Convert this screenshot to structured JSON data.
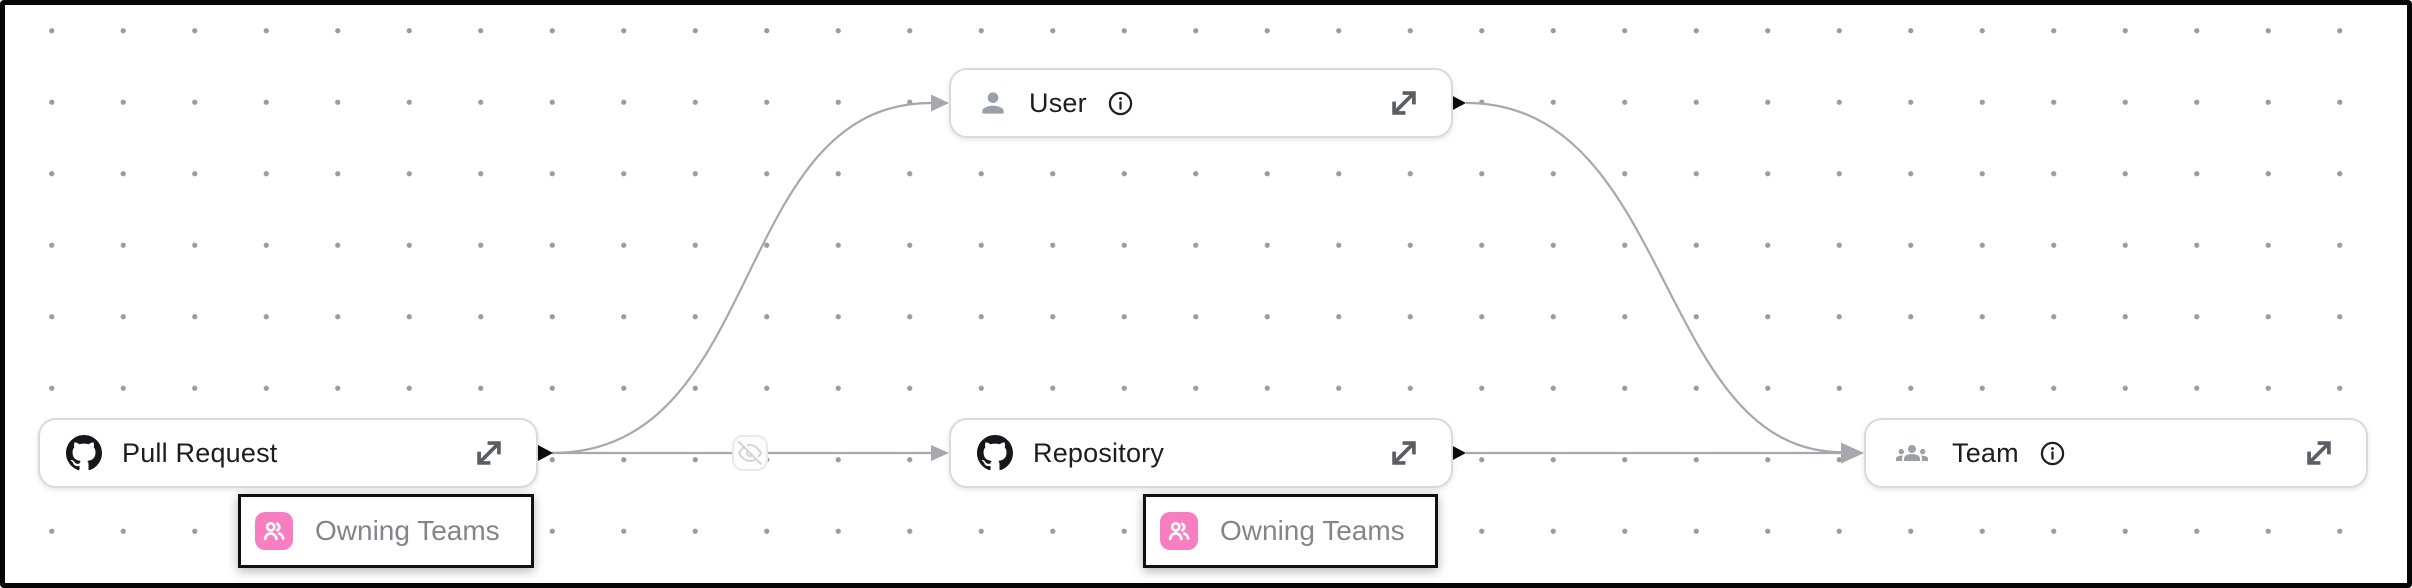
{
  "diagram": {
    "nodes": [
      {
        "label": "Pull Request",
        "icon": "github-icon",
        "has_info": false,
        "has_expand": true
      },
      {
        "label": "User",
        "icon": "user-icon",
        "has_info": true,
        "has_expand": true
      },
      {
        "label": "Repository",
        "icon": "github-icon",
        "has_info": false,
        "has_expand": true
      },
      {
        "label": "Team",
        "icon": "team-icon",
        "has_info": true,
        "has_expand": true
      }
    ],
    "edges": [
      {
        "from": "Pull Request",
        "to": "User"
      },
      {
        "from": "Pull Request",
        "to": "Repository",
        "midpoint_icon": "eye-off-icon"
      },
      {
        "from": "Repository",
        "to": "Team"
      },
      {
        "from": "User",
        "to": "Team"
      }
    ],
    "relationship_badges": [
      {
        "label": "Owning Teams",
        "icon": "owning-teams-icon",
        "attached_to": "Pull Request"
      },
      {
        "label": "Owning Teams",
        "icon": "owning-teams-icon",
        "attached_to": "Repository"
      }
    ],
    "colors": {
      "canvas_background": "#ffffff",
      "grid_dot": "#9b9ba3",
      "frame_border": "#060608",
      "node_border": "#d9d9df",
      "node_label": "#1c1c21",
      "edge": "#a7a7af",
      "port": "#0b0b0e",
      "icon_gray": "#9aa0a8",
      "badge_pink": "#f77fc1",
      "badge_text": "#84848c",
      "badge_border": "#101014"
    }
  }
}
